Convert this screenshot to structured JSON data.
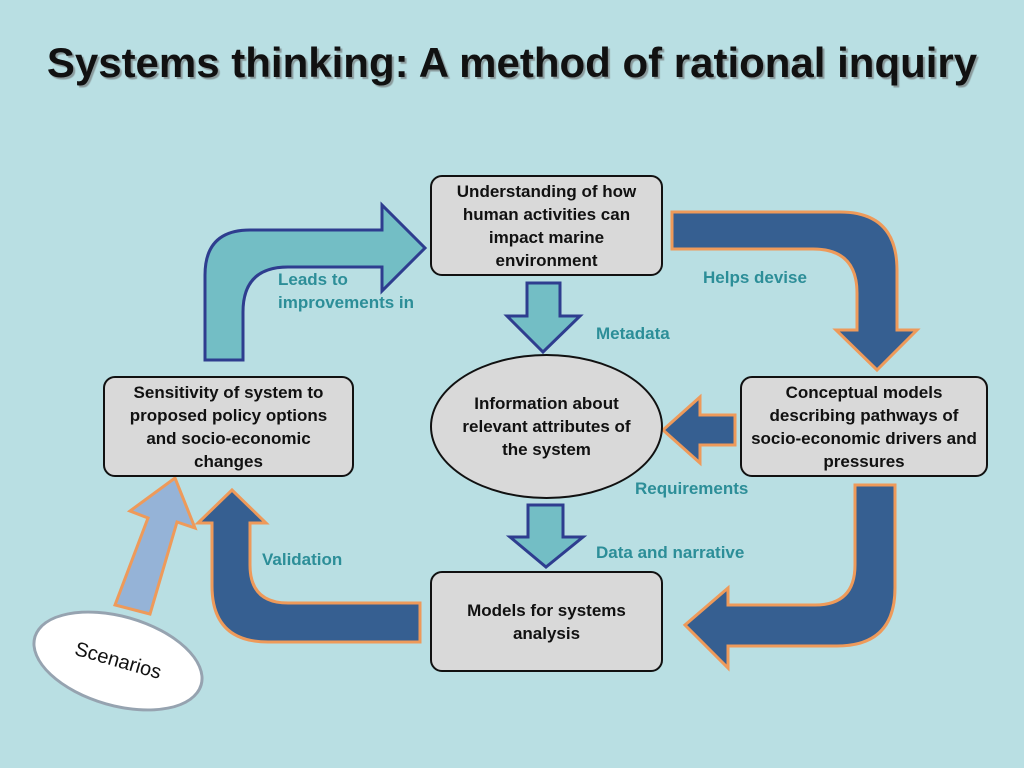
{
  "title": "Systems thinking: A method of rational inquiry",
  "nodes": {
    "understanding": "Understanding of how human activities can impact marine environment",
    "conceptual_models": "Conceptual models describing pathways of socio-economic drivers and pressures",
    "information": "Information about relevant attributes of the system",
    "models": "Models for systems analysis",
    "sensitivity": "Sensitivity of system to proposed policy options and socio-economic changes",
    "scenarios": "Scenarios"
  },
  "edge_labels": {
    "leads_to": "Leads to improvements in",
    "helps_devise": "Helps devise",
    "metadata": "Metadata",
    "requirements": "Requirements",
    "data_and_narrative": "Data and narrative",
    "validation": "Validation"
  },
  "colors": {
    "background": "#b9dfe3",
    "box_fill": "#d9d9d9",
    "dark_arrow": "#365f91",
    "light_arrow": "#73bec5",
    "scenario_arrow": "#95b3d7",
    "arrow_outline_orange": "#ee9a5a",
    "arrow_outline_blue": "#2e3d8f",
    "label_text": "#2c8e98"
  }
}
